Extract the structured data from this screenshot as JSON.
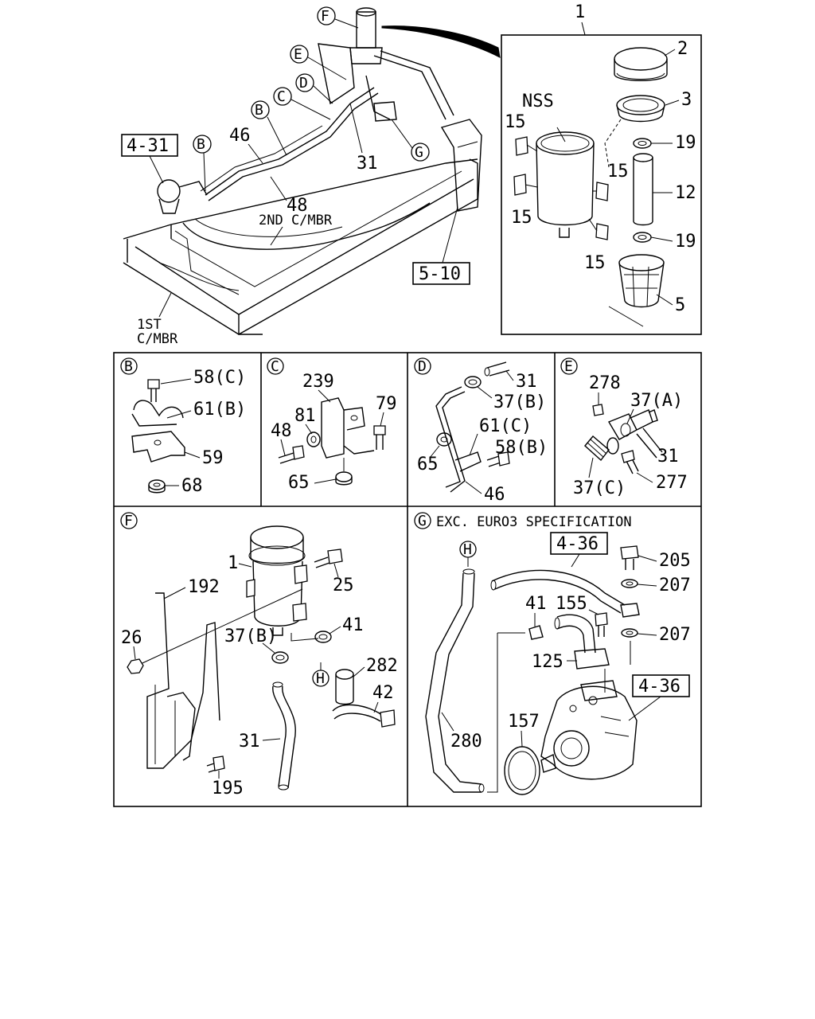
{
  "overview": {
    "callouts": [
      "F",
      "E",
      "D",
      "C",
      "B",
      "B",
      "G"
    ],
    "labels": {
      "ref_4_31": "4-31",
      "ref_5_10": "5-10",
      "p46": "46",
      "p48": "48",
      "p31": "31",
      "mbr2": "2ND C/MBR",
      "mbr1_a": "1ST",
      "mbr1_b": "C/MBR"
    }
  },
  "reservoir": {
    "index": "1",
    "labels": [
      "2",
      "3",
      "19",
      "12",
      "19",
      "5",
      "15",
      "15",
      "15",
      "15",
      "NSS"
    ]
  },
  "panel_b": {
    "letter": "B",
    "labels": [
      "58(C)",
      "61(B)",
      "59",
      "68"
    ]
  },
  "panel_c": {
    "letter": "C",
    "labels": [
      "239",
      "79",
      "81",
      "48",
      "65"
    ]
  },
  "panel_d": {
    "letter": "D",
    "labels": [
      "31",
      "37(B)",
      "61(C)",
      "58(B)",
      "65",
      "46"
    ]
  },
  "panel_e": {
    "letter": "E",
    "labels": [
      "278",
      "37(A)",
      "31",
      "277",
      "37(C)"
    ]
  },
  "panel_f": {
    "letter": "F",
    "labels": [
      "1",
      "25",
      "192",
      "26",
      "37(B)",
      "41",
      "282",
      "42",
      "31",
      "195"
    ],
    "callout": "H"
  },
  "panel_g": {
    "letter": "G",
    "heading": "EXC. EURO3 SPECIFICATION",
    "ref_a": "4-36",
    "ref_b": "4-36",
    "callout": "H",
    "labels": [
      "205",
      "207",
      "41",
      "155",
      "207",
      "125",
      "157",
      "280"
    ]
  }
}
